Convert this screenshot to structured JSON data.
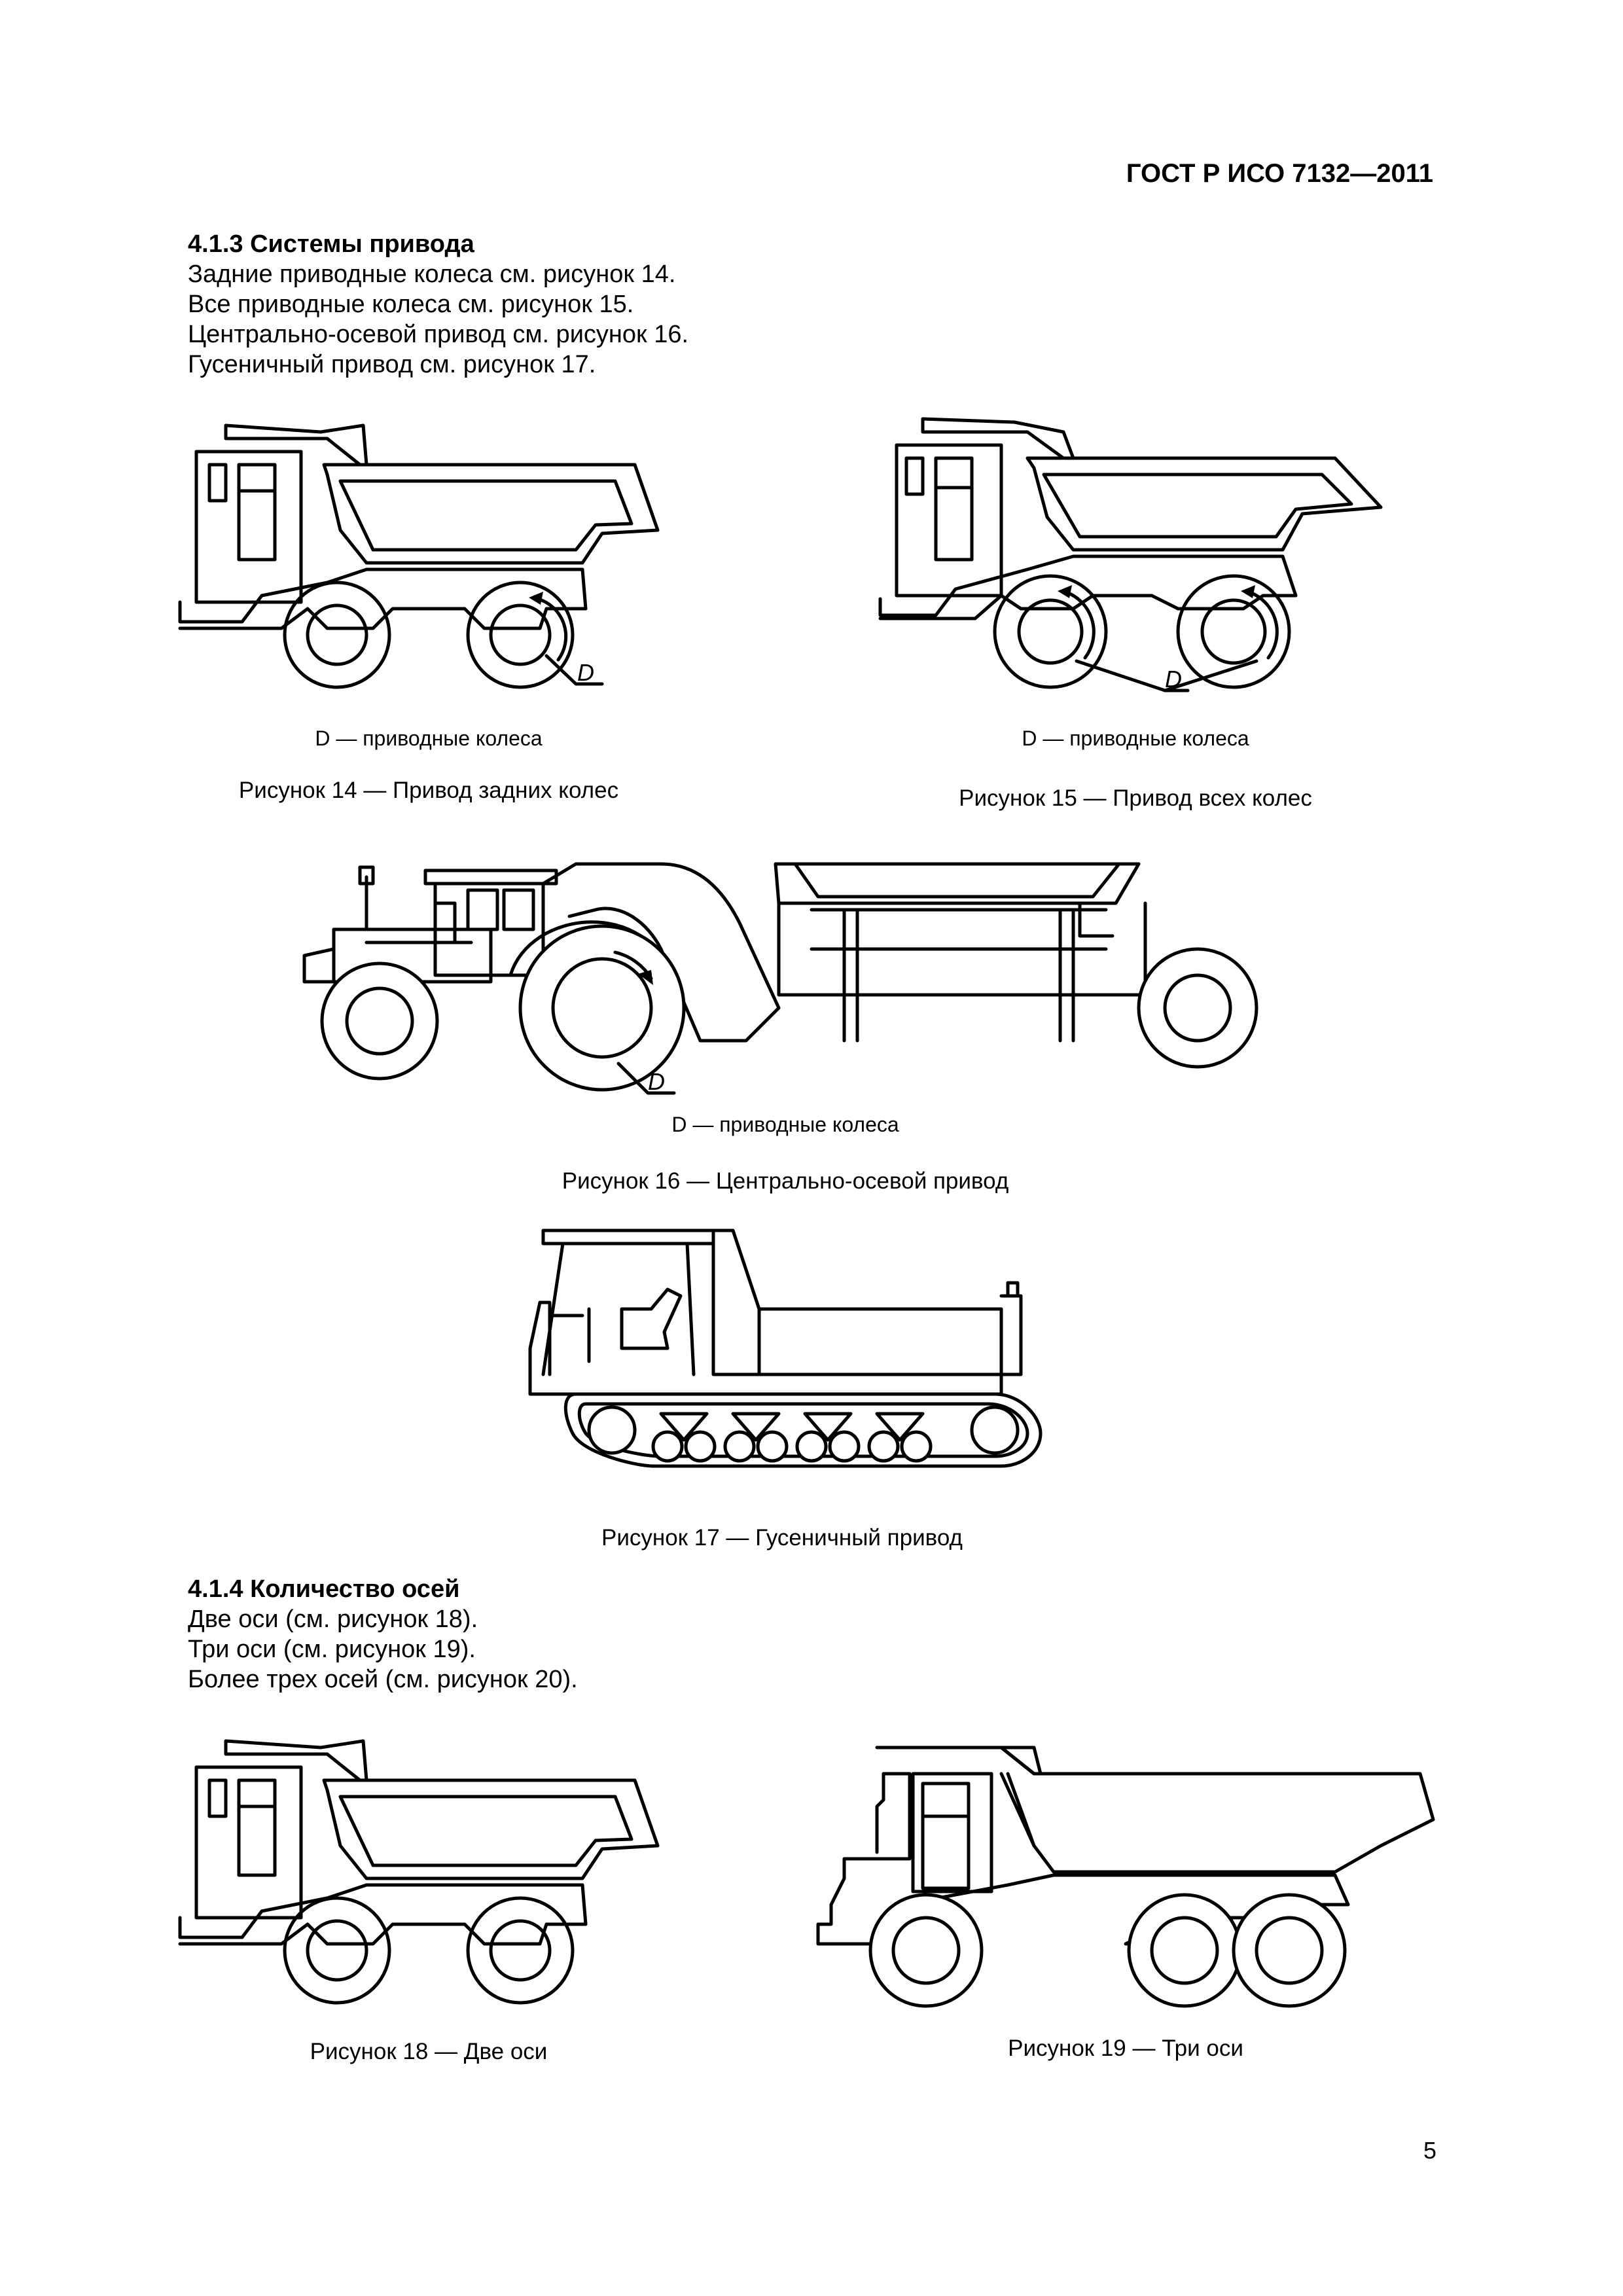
{
  "header": {
    "doc_id": "ГОСТ Р ИСО 7132—2011"
  },
  "section_413": {
    "title": "4.1.3  Системы привода",
    "lines": [
      "Задние приводные колеса см. рисунок 14.",
      "Все приводные колеса см. рисунок 15.",
      "Центрально-осевой привод см. рисунок 16.",
      "Гусеничный привод см. рисунок 17."
    ]
  },
  "figures": {
    "fig14": {
      "marker": "D",
      "legend": "D — приводные колеса",
      "caption": "Рисунок 14 — Привод задних колес"
    },
    "fig15": {
      "marker": "D",
      "legend": "D — приводные колеса",
      "caption": "Рисунок 15 — Привод всех колес"
    },
    "fig16": {
      "marker": "D",
      "legend": "D — приводные колеса",
      "caption": "Рисунок 16 — Центрально-осевой привод"
    },
    "fig17": {
      "caption": "Рисунок 17 — Гусеничный привод"
    },
    "fig18": {
      "caption": "Рисунок 18 — Две оси"
    },
    "fig19": {
      "caption": "Рисунок 19 — Три оси"
    }
  },
  "section_414": {
    "title": "4.1.4  Количество осей",
    "lines": [
      "Две оси (см. рисунок 18).",
      "Три оси (см. рисунок 19).",
      "Более трех осей (см. рисунок 20)."
    ]
  },
  "page_number": "5"
}
